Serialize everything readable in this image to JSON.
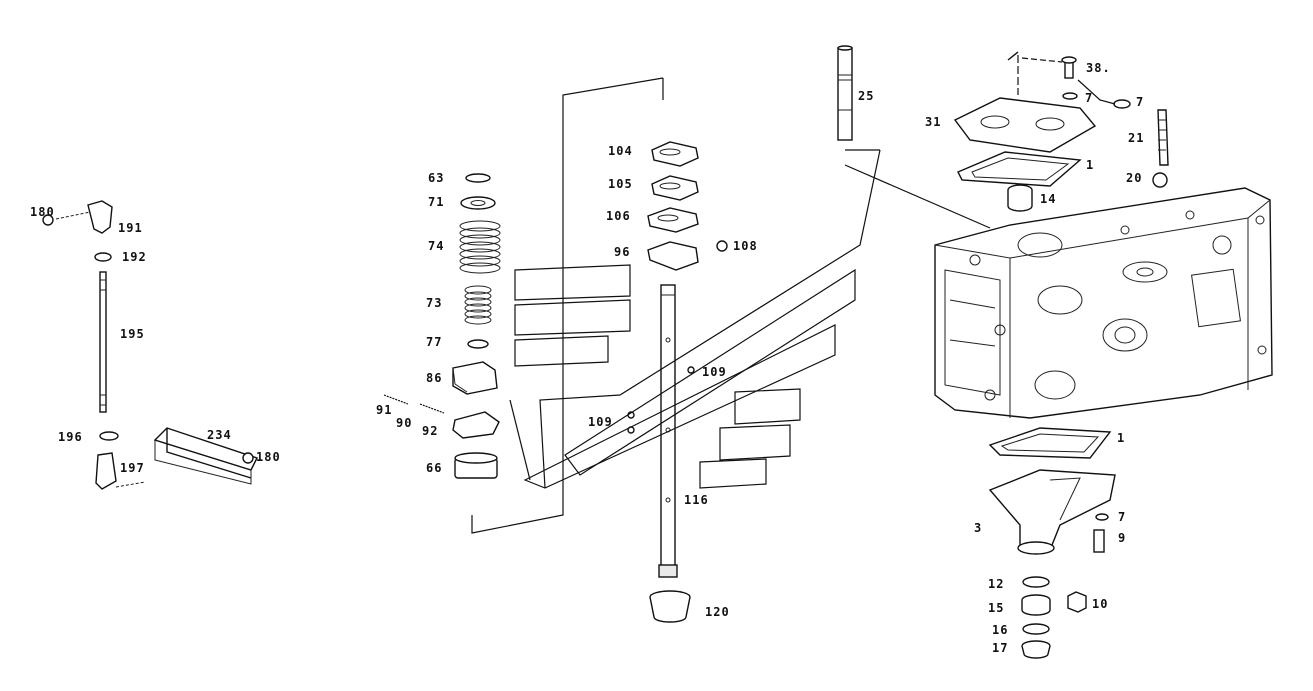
{
  "callouts": {
    "c180a": "180",
    "c191": "191",
    "c192": "192",
    "c195": "195",
    "c196": "196",
    "c234": "234",
    "c180b": "180",
    "c197": "197",
    "c63": "63",
    "c71": "71",
    "c74": "74",
    "c73": "73",
    "c77": "77",
    "c86": "86",
    "c91": "91",
    "c90": "90",
    "c92": "92",
    "c66": "66",
    "c104": "104",
    "c105": "105",
    "c106": "106",
    "c96": "96",
    "c108": "108",
    "c109a": "109",
    "c109b": "109",
    "c116": "116",
    "c120": "120",
    "c25": "25",
    "c38": "38.",
    "c7a": "7",
    "c7b": "7",
    "c31": "31",
    "c21": "21",
    "c1a": "1",
    "c20": "20",
    "c14": "14",
    "c1b": "1",
    "c3": "3",
    "c7c": "7",
    "c9": "9",
    "c12": "12",
    "c15": "15",
    "c10": "10",
    "c16": "16",
    "c17": "17"
  }
}
